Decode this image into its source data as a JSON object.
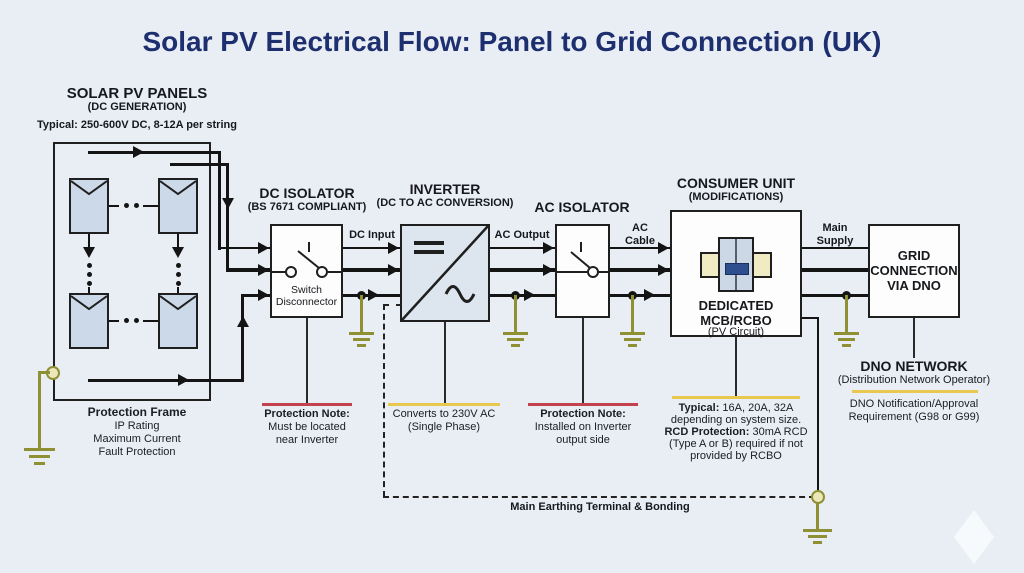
{
  "title": "Solar PV Electrical Flow: Panel to Grid Connection (UK)",
  "panels": {
    "heading": "SOLAR PV PANELS",
    "subheading": "(DC GENERATION)",
    "spec": "Typical: 250-600V DC, 8-12A per string",
    "note_title": "Protection Frame",
    "note_lines": [
      "IP Rating",
      "Maximum Current",
      "Fault Protection"
    ]
  },
  "dc_isolator": {
    "heading": "DC ISOLATOR",
    "subheading": "(BS 7671 COMPLIANT)",
    "switch_line1": "Switch",
    "switch_line2": "Disconnector",
    "note_title": "Protection Note:",
    "note_line1": "Must be located",
    "note_line2": "near Inverter"
  },
  "inverter": {
    "heading": "INVERTER",
    "subheading": "(DC TO AC CONVERSION)",
    "note_line1": "Converts to 230V AC",
    "note_line2": "(Single Phase)"
  },
  "ac_isolator": {
    "heading": "AC ISOLATOR",
    "note_title": "Protection Note:",
    "note_line1": "Installed on Inverter",
    "note_line2": "output side"
  },
  "consumer_unit": {
    "heading": "CONSUMER UNIT",
    "subheading": "(MODIFICATIONS)",
    "device_line1": "DEDICATED",
    "device_line2": "MCB/RCBO",
    "device_line3": "(PV Circuit)",
    "note": {
      "l1b": "Typical:",
      "l1": " 16A, 20A, 32A",
      "l2": "depending on system size.",
      "l3b": "RCD Protection:",
      "l3": " 30mA RCD",
      "l4": "(Type A or B) required if not",
      "l5": "provided by RCBO"
    }
  },
  "grid": {
    "line1": "GRID",
    "line2": "CONNECTION",
    "line3": "VIA DNO",
    "network_heading": "DNO NETWORK",
    "network_sub": "(Distribution Network Operator)",
    "note_line1": "DNO Notification/Approval",
    "note_line2": "Requirement (G98 or G99)"
  },
  "labels": {
    "dc_input": "DC Input",
    "ac_output": "AC Output",
    "ac_cable_line1": "AC",
    "ac_cable_line2": "Cable",
    "main_supply_line1": "Main",
    "main_supply_line2": "Supply"
  },
  "earthing": {
    "label": "Main Earthing Terminal & Bonding"
  },
  "colors": {
    "title_navy": "#1d2f6f",
    "accent_red": "#c4424d",
    "accent_yellow": "#e8c94f",
    "earth_olive": "#8f8f33"
  }
}
